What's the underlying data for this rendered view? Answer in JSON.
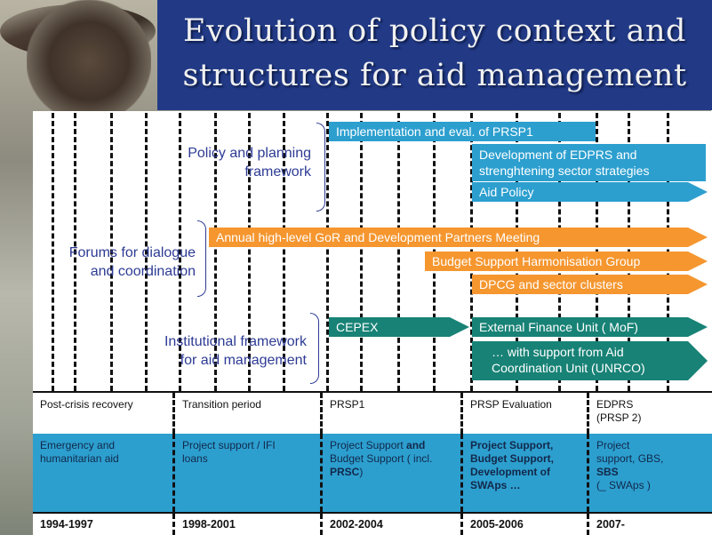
{
  "title": "Evolution of policy context and\nstructures for aid management",
  "groups": {
    "policy": "Policy and planning\nframework",
    "forums": "Forums for dialogue\nand coordination",
    "institutional": "Institutional framework\nfor aid management"
  },
  "arrows": {
    "prsp1_impl": "Implementation  and  eval.  of  PRSP1",
    "edprs_dev": "Development  of  EDPRS  and\nstrenghtening  sector  strategies",
    "aid_policy": "Aid Policy",
    "annual_meeting": "Annual high-level GoR and Development Partners Meeting",
    "budget_group": "Budget Support Harmonisation Group",
    "dpcg": "DPCG and sector clusters",
    "cepex": "CEPEX",
    "efu": "External Finance Unit ( MoF)",
    "unrco": "… with support from Aid\nCoordination Unit (UNRCO)"
  },
  "phases": [
    "Post-crisis recovery",
    "Transition period",
    "PRSP1",
    "PRSP Evaluation",
    "EDPRS\n(PRSP 2)"
  ],
  "support": {
    "c1": "Emergency  and\nhumanitarian  aid",
    "c2": "Project support / IFI\nloans",
    "c3a": "Project Support ",
    "c3b": "and",
    "c3c": "\nBudget Support (  incl.\n",
    "c3d": "PRSC",
    "c3e": ")",
    "c4": "Project Support,\nBudget Support,\nDevelopment  of\nSWAps …",
    "c5a": "Project\nsupport, GBS,\n",
    "c5b": "SBS",
    "c5c": "\n(_ SWAps )"
  },
  "years": [
    "1994-1997",
    "1998-2001",
    "2002-2004",
    "2005-2006",
    "2007-"
  ],
  "colors": {
    "title_bg": "#223a86",
    "blue": "#2c9fcf",
    "orange": "#f5962f",
    "teal": "#188276",
    "label": "#2d3b94"
  }
}
